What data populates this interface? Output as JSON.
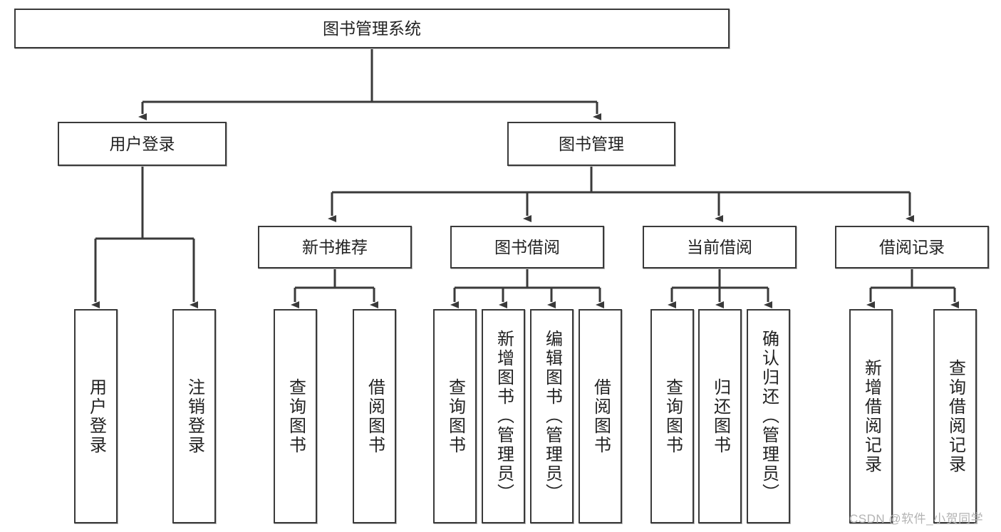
{
  "diagram": {
    "type": "tree-hierarchy",
    "title": "图书管理系统",
    "root": {
      "id": "root",
      "label": "图书管理系统"
    },
    "level2": [
      {
        "id": "user-login",
        "label": "用户登录"
      },
      {
        "id": "book-management",
        "label": "图书管理"
      }
    ],
    "level3": [
      {
        "id": "new-book-recommend",
        "label": "新书推荐",
        "parent": "book-management"
      },
      {
        "id": "book-borrow",
        "label": "图书借阅",
        "parent": "book-management"
      },
      {
        "id": "current-borrow",
        "label": "当前借阅",
        "parent": "book-management"
      },
      {
        "id": "borrow-record",
        "label": "借阅记录",
        "parent": "book-management"
      }
    ],
    "leaves": [
      {
        "id": "leaf-user-login",
        "label": "用户登录",
        "parent": "user-login"
      },
      {
        "id": "leaf-user-logout",
        "label": "注销登录",
        "parent": "user-login"
      },
      {
        "id": "leaf-query-book-1",
        "label": "查询图书",
        "parent": "new-book-recommend"
      },
      {
        "id": "leaf-borrow-book-1",
        "label": "借阅图书",
        "parent": "new-book-recommend"
      },
      {
        "id": "leaf-query-book-2",
        "label": "查询图书",
        "parent": "book-borrow"
      },
      {
        "id": "leaf-add-book",
        "label": "新增图书（管理员）",
        "parent": "book-borrow"
      },
      {
        "id": "leaf-edit-book",
        "label": "编辑图书（管理员）",
        "parent": "book-borrow"
      },
      {
        "id": "leaf-borrow-book-2",
        "label": "借阅图书",
        "parent": "book-borrow"
      },
      {
        "id": "leaf-query-book-3",
        "label": "查询图书",
        "parent": "current-borrow"
      },
      {
        "id": "leaf-return-book",
        "label": "归还图书",
        "parent": "current-borrow"
      },
      {
        "id": "leaf-confirm-return",
        "label": "确认归还（管理员）",
        "parent": "current-borrow"
      },
      {
        "id": "leaf-add-record",
        "label": "新增借阅记录",
        "parent": "borrow-record"
      },
      {
        "id": "leaf-query-record",
        "label": "查询借阅记录",
        "parent": "borrow-record"
      }
    ],
    "colors": {
      "border": "#3a3a3a",
      "background": "#ffffff",
      "text": "#222222",
      "edge": "#3a3a3a",
      "watermark": "#b3b3b3"
    }
  },
  "watermark": {
    "text": "CSDN @软件_小贺同学"
  }
}
